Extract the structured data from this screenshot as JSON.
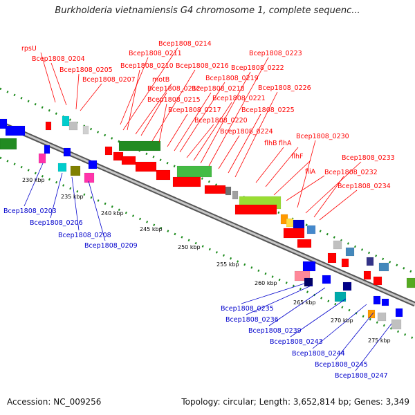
{
  "header": {
    "title": "Burkholderia vietnamiensis G4 chromosome 1, complete sequenc..."
  },
  "footer": {
    "accession": "Accession: NC_009256",
    "summary": "Topology: circular; Length: 3,652,814 bp; Genes: 3,349"
  },
  "colors": {
    "top_labels": "#ff0000",
    "bottom_labels": "#0000cc",
    "backbone": "#888888",
    "ticks": "#008000"
  },
  "ruler": [
    "230 kbp",
    "235 kbp",
    "240 kbp",
    "245 kbp",
    "250 kbp",
    "255 kbp",
    "260 kbp",
    "265 kbp",
    "270 kbp",
    "275 kbp"
  ],
  "top_labels": [
    "rpsU",
    "Bcep1808_0204",
    "Bcep1808_0205",
    "Bcep1808_0207",
    "Bcep1808_0211",
    "Bcep1808_0214",
    "Bcep1808_0210",
    "motB",
    "Bcep1808_0212",
    "Bcep1808_0216",
    "Bcep1808_0215",
    "Bcep1808_0217",
    "Bcep1808_0218",
    "Bcep1808_0219",
    "Bcep1808_0220",
    "Bcep1808_0221",
    "Bcep1808_0222",
    "Bcep1808_0223",
    "Bcep1808_0224",
    "Bcep1808_0225",
    "Bcep1808_0226",
    "flhB",
    "flhA",
    "flhF",
    "fliA",
    "Bcep1808_0230",
    "Bcep1808_0233",
    "Bcep1808_0232",
    "Bcep1808_0234"
  ],
  "bottom_labels": [
    "Bcep1808_0203",
    "Bcep1808_0206",
    "Bcep1808_0208",
    "Bcep1808_0209",
    "Bcep1808_0235",
    "Bcep1808_0236",
    "Bcep1808_0239",
    "Bcep1808_0243",
    "Bcep1808_0244",
    "Bcep1808_0245",
    "Bcep1808_0247"
  ]
}
